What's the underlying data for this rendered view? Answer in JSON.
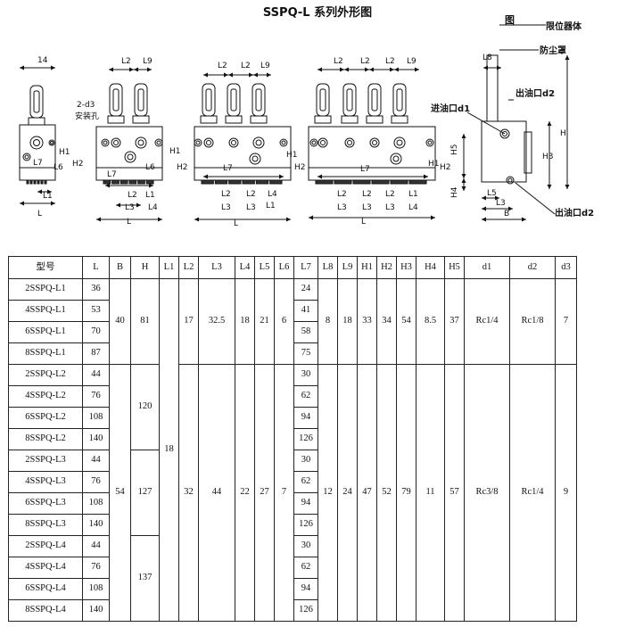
{
  "title": "SSPQ-L 系列外形图",
  "drawing_labels": {
    "fig_caption": "图",
    "limiter": "限位器体",
    "dust_cover": "防尘罩",
    "outlet_top": "出油口d2",
    "inlet": "进油口d1",
    "outlet_bottom": "出油口d2",
    "mount_hole": "2-d3",
    "mount_hole_cn": "安装孔",
    "dim_14": "14",
    "L": "L",
    "B": "B",
    "H": "H",
    "L1": "L1",
    "L2": "L2",
    "L3": "L3",
    "L4": "L4",
    "L5": "L5",
    "L6": "L6",
    "L7": "L7",
    "L8": "L8",
    "L9": "L9",
    "H1": "H1",
    "H2": "H2",
    "H3": "H3",
    "H4": "H4",
    "H5": "H5"
  },
  "table": {
    "headers": [
      "型号",
      "L",
      "B",
      "H",
      "L1",
      "L2",
      "L3",
      "L4",
      "L5",
      "L6",
      "L7",
      "L8",
      "L9",
      "H1",
      "H2",
      "H3",
      "H4",
      "H5",
      "d1",
      "d2",
      "d3"
    ],
    "models": [
      "2SSPQ-L1",
      "4SSPQ-L1",
      "6SSPQ-L1",
      "8SSPQ-L1",
      "2SSPQ-L2",
      "4SSPQ-L2",
      "6SSPQ-L2",
      "8SSPQ-L2",
      "2SSPQ-L3",
      "4SSPQ-L3",
      "6SSPQ-L3",
      "8SSPQ-L3",
      "2SSPQ-L4",
      "4SSPQ-L4",
      "6SSPQ-L4",
      "8SSPQ-L4"
    ],
    "L": [
      "36",
      "53",
      "70",
      "87",
      "44",
      "76",
      "108",
      "140",
      "44",
      "76",
      "108",
      "140",
      "44",
      "76",
      "108",
      "140"
    ],
    "L7": [
      "24",
      "41",
      "58",
      "75",
      "30",
      "62",
      "94",
      "126",
      "30",
      "62",
      "94",
      "126",
      "30",
      "62",
      "94",
      "126"
    ],
    "g1": {
      "B": "40",
      "H": "81",
      "L2": "17",
      "L3": "32.5",
      "L4": "18",
      "L5": "21",
      "L6": "6",
      "L8": "8",
      "L9": "18",
      "H1": "33",
      "H2": "34",
      "H3": "54",
      "H4": "8.5",
      "H5": "37",
      "d1": "Rc1/4",
      "d2": "Rc1/8",
      "d3": "7"
    },
    "g2": {
      "H_L2": "120",
      "H_L3": "127",
      "H_L4": "137",
      "B": "54",
      "L1": "18",
      "L2": "32",
      "L3": "44",
      "L4": "22",
      "L5": "27",
      "L6": "7",
      "L8": "12",
      "L9": "24",
      "H1": "47",
      "H2": "52",
      "H3": "79",
      "H4": "11",
      "H5": "57",
      "d1": "Rc3/8",
      "d2": "Rc1/4",
      "d3": "9"
    }
  }
}
